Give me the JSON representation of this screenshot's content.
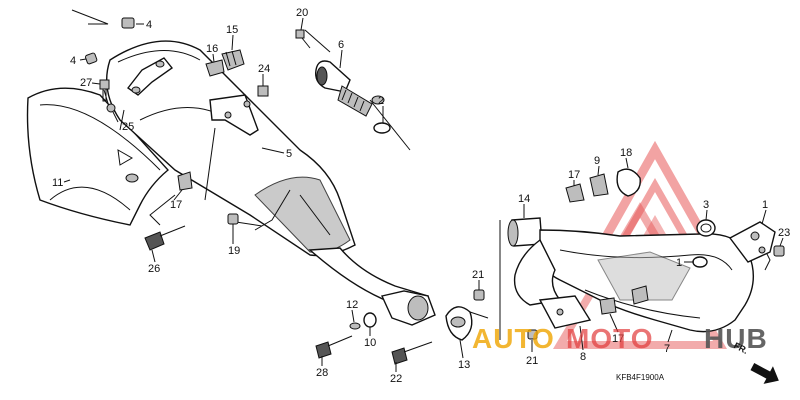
{
  "diagram": {
    "code": "KFB4F1900A",
    "direction_label": "FR."
  },
  "callouts": [
    {
      "id": "c4a",
      "text": "4"
    },
    {
      "id": "c4b",
      "text": "4"
    },
    {
      "id": "c27",
      "text": "27"
    },
    {
      "id": "c25",
      "text": "25"
    },
    {
      "id": "c11",
      "text": "11"
    },
    {
      "id": "c17a",
      "text": "17"
    },
    {
      "id": "c26",
      "text": "26"
    },
    {
      "id": "c16",
      "text": "16"
    },
    {
      "id": "c15",
      "text": "15"
    },
    {
      "id": "c24",
      "text": "24"
    },
    {
      "id": "c5",
      "text": "5"
    },
    {
      "id": "c19",
      "text": "19"
    },
    {
      "id": "c20",
      "text": "20"
    },
    {
      "id": "c6",
      "text": "6"
    },
    {
      "id": "c2",
      "text": "2"
    },
    {
      "id": "c17b",
      "text": "17"
    },
    {
      "id": "c9",
      "text": "9"
    },
    {
      "id": "c18",
      "text": "18"
    },
    {
      "id": "c14",
      "text": "14"
    },
    {
      "id": "c3",
      "text": "3"
    },
    {
      "id": "c1a",
      "text": "1"
    },
    {
      "id": "c1b",
      "text": "1"
    },
    {
      "id": "c23",
      "text": "23"
    },
    {
      "id": "c21a",
      "text": "21"
    },
    {
      "id": "c21b",
      "text": "21"
    },
    {
      "id": "c12",
      "text": "12"
    },
    {
      "id": "c10",
      "text": "10"
    },
    {
      "id": "c28",
      "text": "28"
    },
    {
      "id": "c22",
      "text": "22"
    },
    {
      "id": "c13",
      "text": "13"
    },
    {
      "id": "c8",
      "text": "8"
    },
    {
      "id": "c17c",
      "text": "17"
    },
    {
      "id": "c7",
      "text": "7"
    }
  ],
  "watermark": {
    "part1": "AUTO",
    "part2": "MOTO",
    "part3": "HUB",
    "color_primary": "#f0a500",
    "color_secondary": "#e23b3b",
    "color_tertiary": "#555555"
  }
}
